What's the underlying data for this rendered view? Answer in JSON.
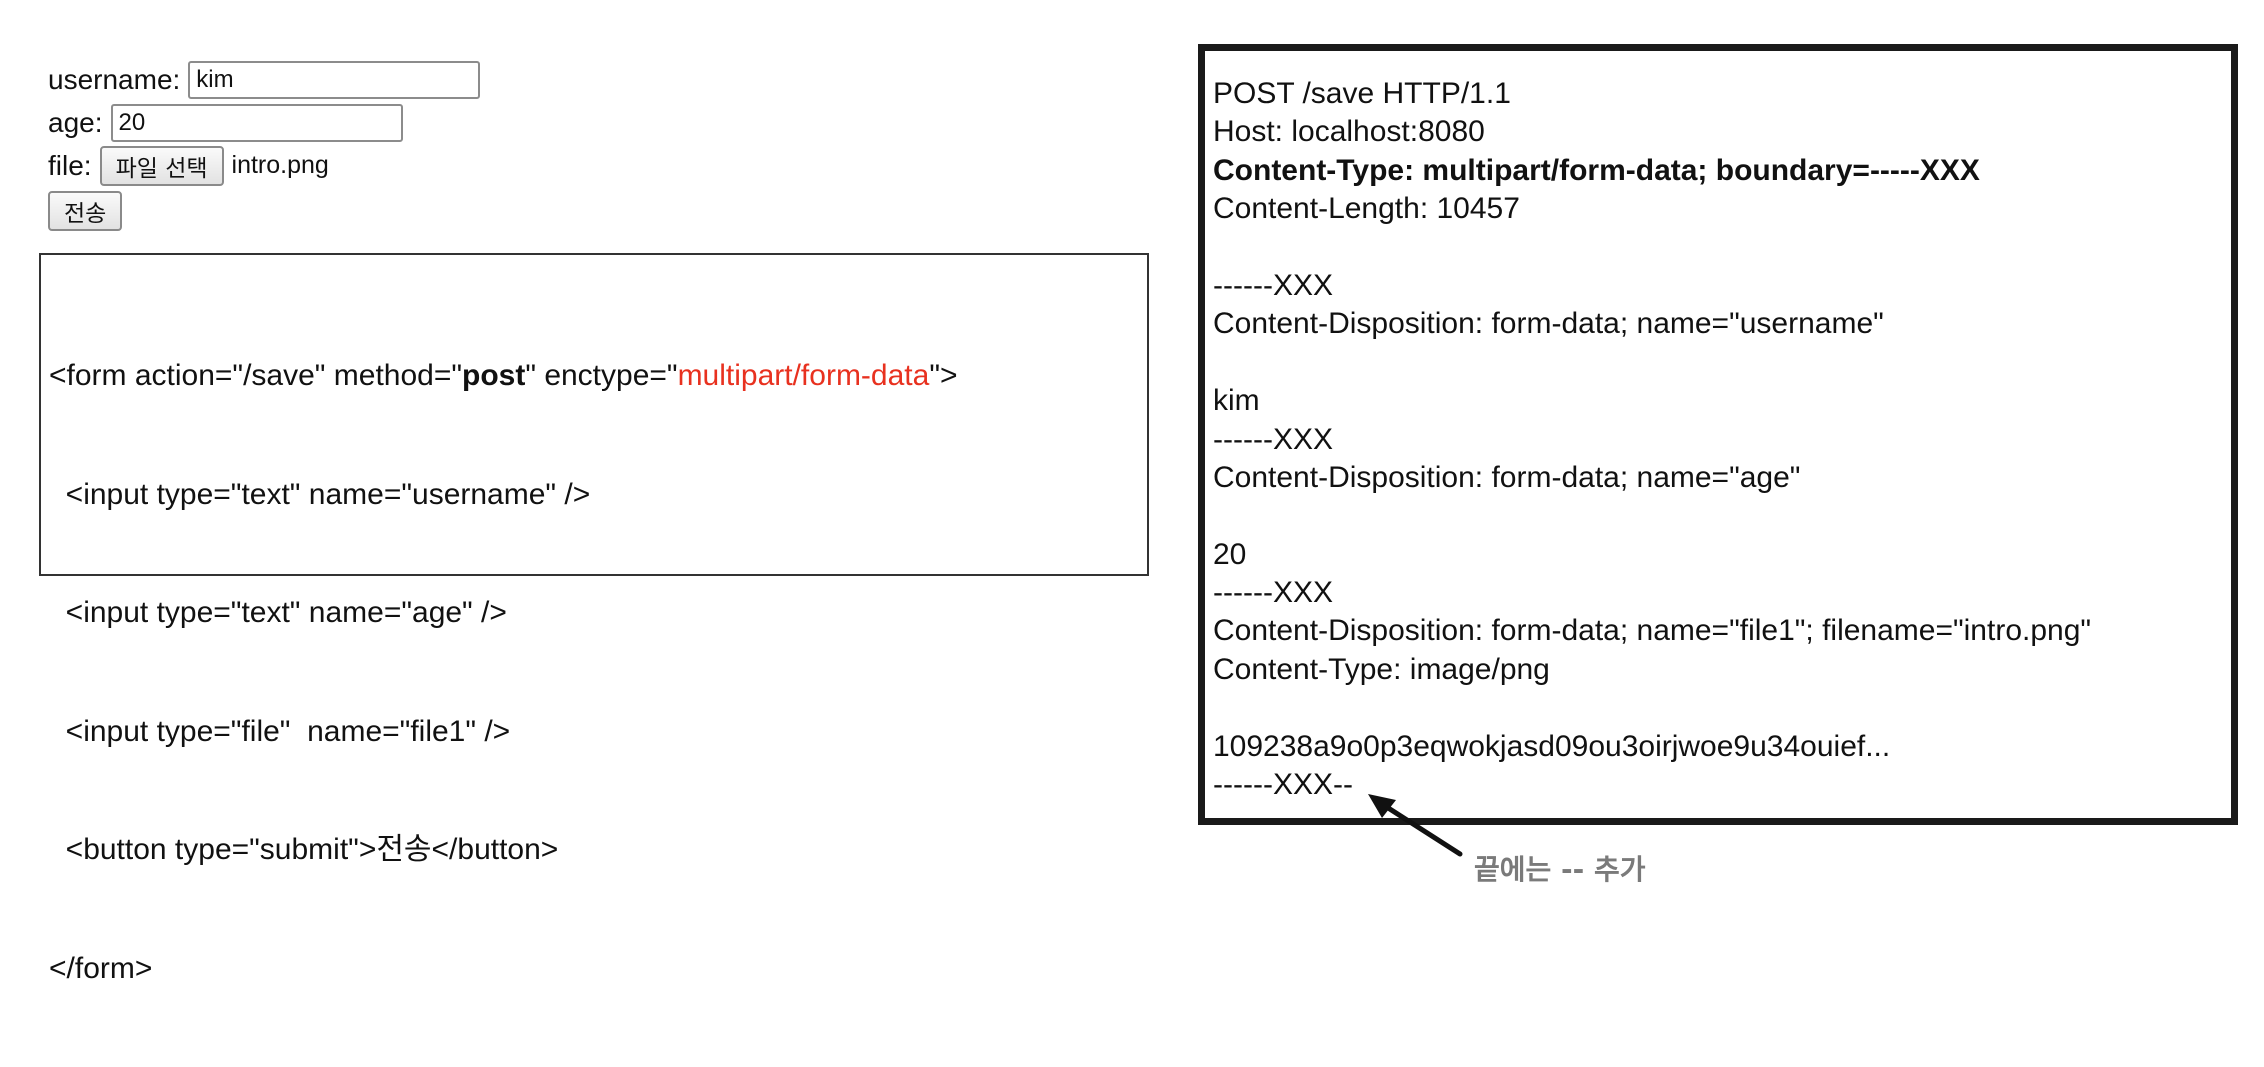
{
  "form_preview": {
    "username_label": "username:",
    "username_value": "kim",
    "age_label": "age:",
    "age_value": "20",
    "file_label": "file:",
    "file_button_label": "파일 선택",
    "file_name": "intro.png",
    "submit_label": "전송"
  },
  "code": {
    "line1_a": "<form action=\"/save\" method=\"",
    "line1_method": "post",
    "line1_b": "\" enctype=\"",
    "line1_enctype": "multipart/form-data",
    "line1_c": "\">",
    "line2": "  <input type=\"text\" name=\"username\" />",
    "line3": "  <input type=\"text\" name=\"age\" />",
    "line4": "  <input type=\"file\"  name=\"file1\" />",
    "line5": "  <button type=\"submit\">전송</button>",
    "line6": "</form>"
  },
  "http_request": {
    "lines": [
      {
        "text": "POST /save HTTP/1.1",
        "bold": false
      },
      {
        "text": "Host: localhost:8080",
        "bold": false
      },
      {
        "text": "Content-Type: multipart/form-data; boundary=-----XXX",
        "bold": true
      },
      {
        "text": "Content-Length: 10457",
        "bold": false
      },
      {
        "text": "",
        "bold": false
      },
      {
        "text": "------XXX",
        "bold": false
      },
      {
        "text": "Content-Disposition: form-data; name=\"username\"",
        "bold": false
      },
      {
        "text": "",
        "bold": false
      },
      {
        "text": "kim",
        "bold": false
      },
      {
        "text": "------XXX",
        "bold": false
      },
      {
        "text": "Content-Disposition: form-data; name=\"age\"",
        "bold": false
      },
      {
        "text": "",
        "bold": false
      },
      {
        "text": "20",
        "bold": false
      },
      {
        "text": "------XXX",
        "bold": false
      },
      {
        "text": "Content-Disposition: form-data; name=\"file1\"; filename=\"intro.png\"",
        "bold": false
      },
      {
        "text": "Content-Type: image/png",
        "bold": false
      },
      {
        "text": "",
        "bold": false
      },
      {
        "text": "109238a9o0p3eqwokjasd09ou3oirjwoe9u34ouief...",
        "bold": false
      },
      {
        "text": "------XXX--",
        "bold": false
      }
    ]
  },
  "annotation": {
    "text": "끝에는 -- 추가"
  },
  "colors": {
    "accent_red": "#e8311f",
    "annotation_gray": "#7a7a7a",
    "box_border": "#1a1a1a"
  }
}
